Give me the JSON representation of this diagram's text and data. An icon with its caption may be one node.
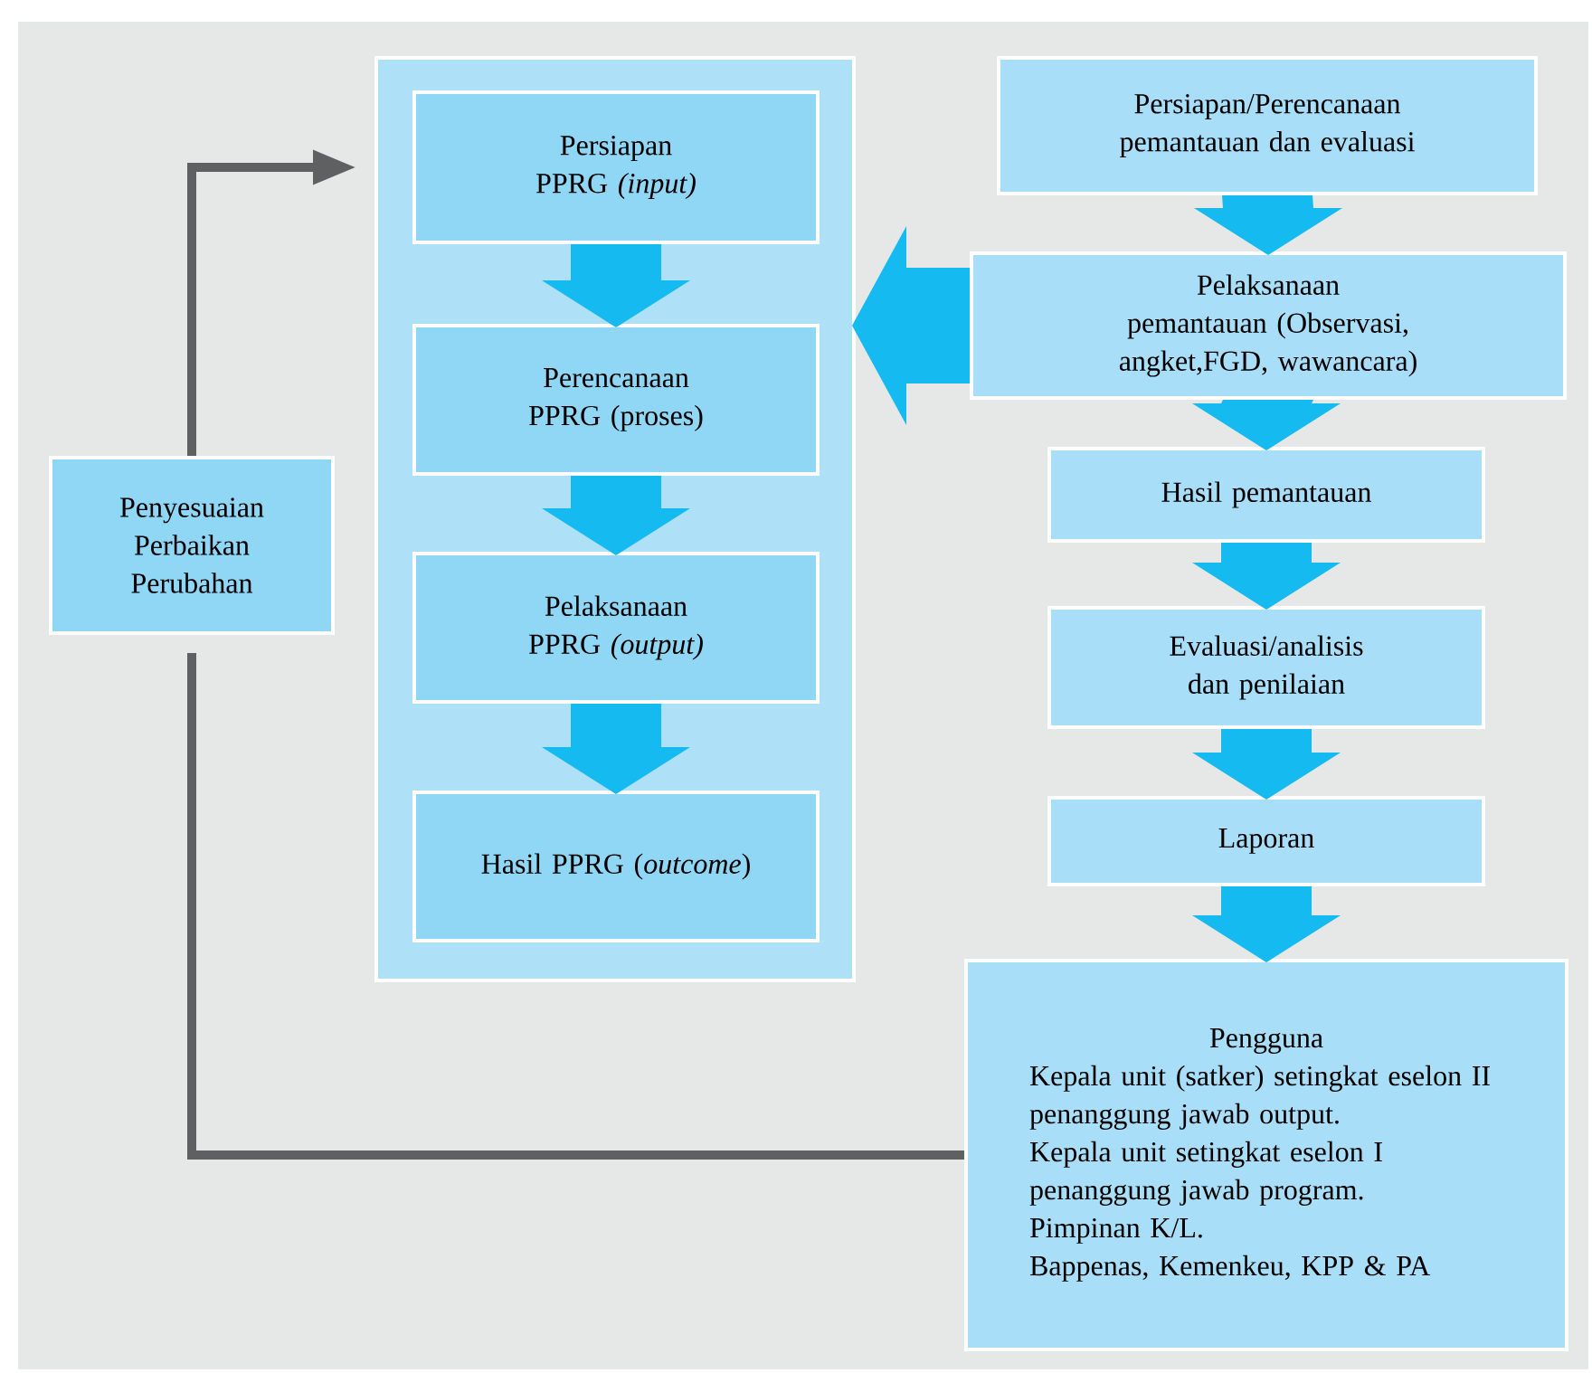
{
  "diagram": {
    "nodes": [
      {
        "text": [],
        "shape": "box"
      },
      {
        "text": [
          "Persiapan PPRG *(input)*"
        ],
        "in": 0
      },
      {
        "text": [
          "Perencanaan PPRG (proses)"
        ],
        "in": 0
      },
      {
        "text": [
          "Pelaksanaan PPRG *(output)*"
        ],
        "in": 0
      },
      {
        "text": [
          "Hasil PPRG (*outcome*)"
        ],
        "in": 0
      },
      {
        "text": [
          "Persiapan/Perencanaan pemantauan dan evaluasi"
        ]
      },
      {
        "text": [
          "Pelaksanaan pemantauan (Observasi, angket,FGD, wawancara)"
        ]
      },
      {
        "text": [
          "Hasil pemantauan"
        ]
      },
      {
        "text": [
          "Evaluasi/analisis dan penilaian"
        ]
      },
      {
        "text": [
          "Laporan"
        ]
      },
      {
        "text": [
          "Pengguna",
          "Kepala unit (satker) setingkat eselon II penanggung jawab output.",
          "Kepala unit setingkat eselon I penanggung jawab program.",
          "Pimpinan K/L.",
          "Bappenas, Kemenkeu, KPP & PA"
        ]
      },
      {
        "text": [
          "Penyesuaian Perbaikan Perubahan"
        ]
      }
    ],
    "edges": [
      {
        "from": 1,
        "to": 2,
        "arrow": "to"
      },
      {
        "from": 2,
        "to": 3,
        "arrow": "to"
      },
      {
        "from": 3,
        "to": 4,
        "arrow": "to"
      },
      {
        "from": 5,
        "to": 6,
        "arrow": "to"
      },
      {
        "from": 6,
        "to": 7,
        "arrow": "to"
      },
      {
        "from": 7,
        "to": 8,
        "arrow": "to"
      },
      {
        "from": 8,
        "to": 9,
        "arrow": "to"
      },
      {
        "from": 9,
        "to": 10,
        "arrow": "to"
      },
      {
        "from": 6,
        "to": 0,
        "arrow": "to"
      },
      {
        "from": 10,
        "to": 11,
        "arrow": "none",
        "color": "#5f6062"
      },
      {
        "from": 11,
        "to": 0,
        "arrow": "to",
        "color": "#5f6062"
      }
    ]
  }
}
